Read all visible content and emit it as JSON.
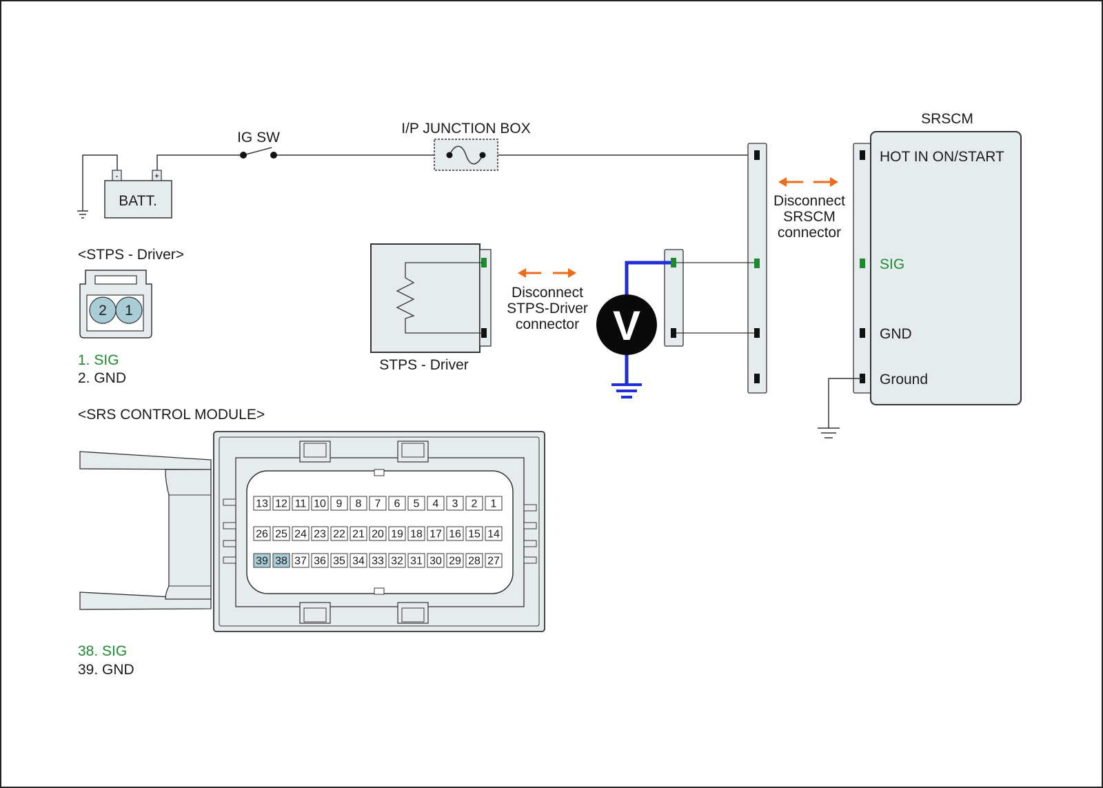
{
  "colors": {
    "signal": "#1e8a2e",
    "meter_lead": "#1f2ed6",
    "disconnect_arrow": "#ee6a1c",
    "component_fill": "#e6ecee",
    "pin_highlight": "#a9cdd6"
  },
  "labels": {
    "ig_sw": "IG SW",
    "ip_junction_box": "I/P JUNCTION BOX",
    "battery": "BATT.",
    "batt_minus": "-",
    "batt_plus": "+",
    "srscm_title": "SRSCM",
    "stps_driver": "STPS - Driver",
    "voltmeter": "V"
  },
  "srscm_pins": {
    "hot": "HOT IN ON/START",
    "sig": "SIG",
    "gnd": "GND",
    "ground": "Ground"
  },
  "disconnect_srscm": [
    "Disconnect",
    "SRSCM",
    "connector"
  ],
  "disconnect_stps": [
    "Disconnect",
    "STPS-Driver",
    "connector"
  ],
  "stps_connector": {
    "title": "<STPS - Driver>",
    "pins": [
      "2",
      "1"
    ],
    "legend": [
      {
        "text": "1. SIG",
        "signal": true
      },
      {
        "text": "2. GND",
        "signal": false
      }
    ]
  },
  "srs_module": {
    "title": "<SRS CONTROL MODULE>",
    "rows": [
      [
        "13",
        "12",
        "11",
        "10",
        "9",
        "8",
        "7",
        "6",
        "5",
        "4",
        "3",
        "2",
        "1"
      ],
      [
        "26",
        "25",
        "24",
        "23",
        "22",
        "21",
        "20",
        "19",
        "18",
        "17",
        "16",
        "15",
        "14"
      ],
      [
        "39",
        "38",
        "37",
        "36",
        "35",
        "34",
        "33",
        "32",
        "31",
        "30",
        "29",
        "28",
        "27"
      ]
    ],
    "highlighted": [
      "39",
      "38"
    ],
    "legend": [
      {
        "text": "38. SIG",
        "signal": true
      },
      {
        "text": "39. GND",
        "signal": false
      }
    ]
  }
}
